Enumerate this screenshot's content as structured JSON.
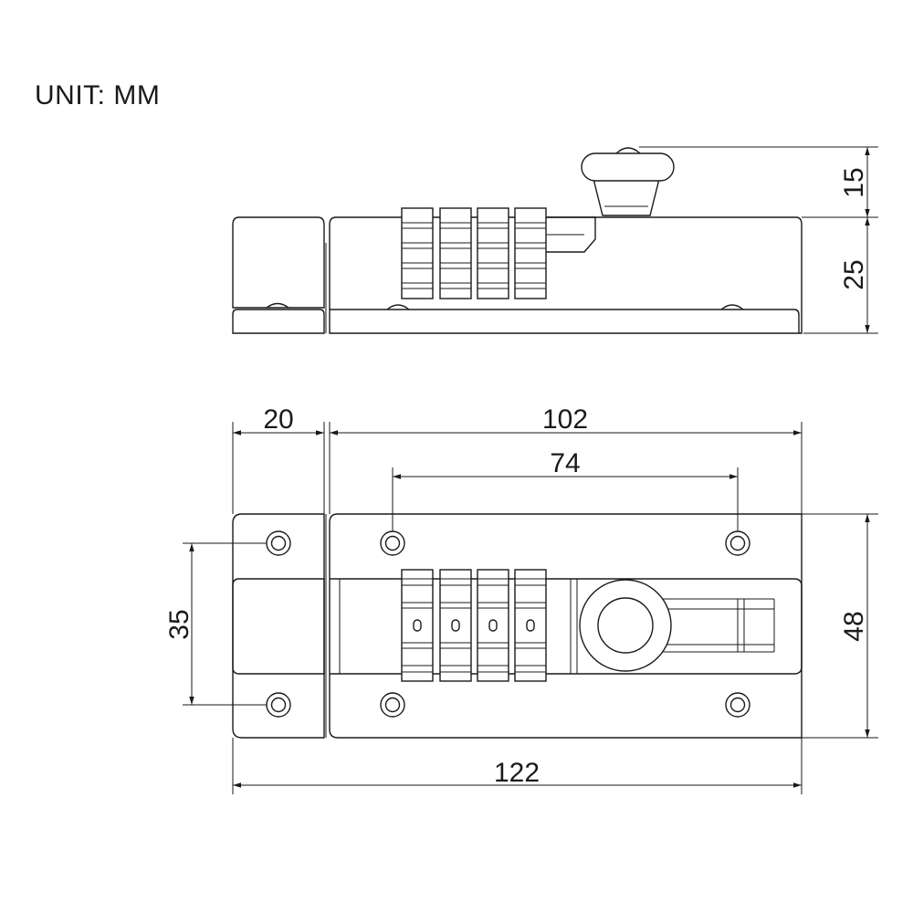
{
  "unit_label": "UNIT: MM",
  "dimensions": {
    "knob_height": "15",
    "body_height": "25",
    "keeper_width": "20",
    "body_length": "102",
    "hole_spacing_long": "74",
    "hole_spacing_keeper": "35",
    "body_width": "48",
    "overall_length": "122"
  },
  "colors": {
    "line": "#1a1a1a",
    "background": "#ffffff"
  }
}
